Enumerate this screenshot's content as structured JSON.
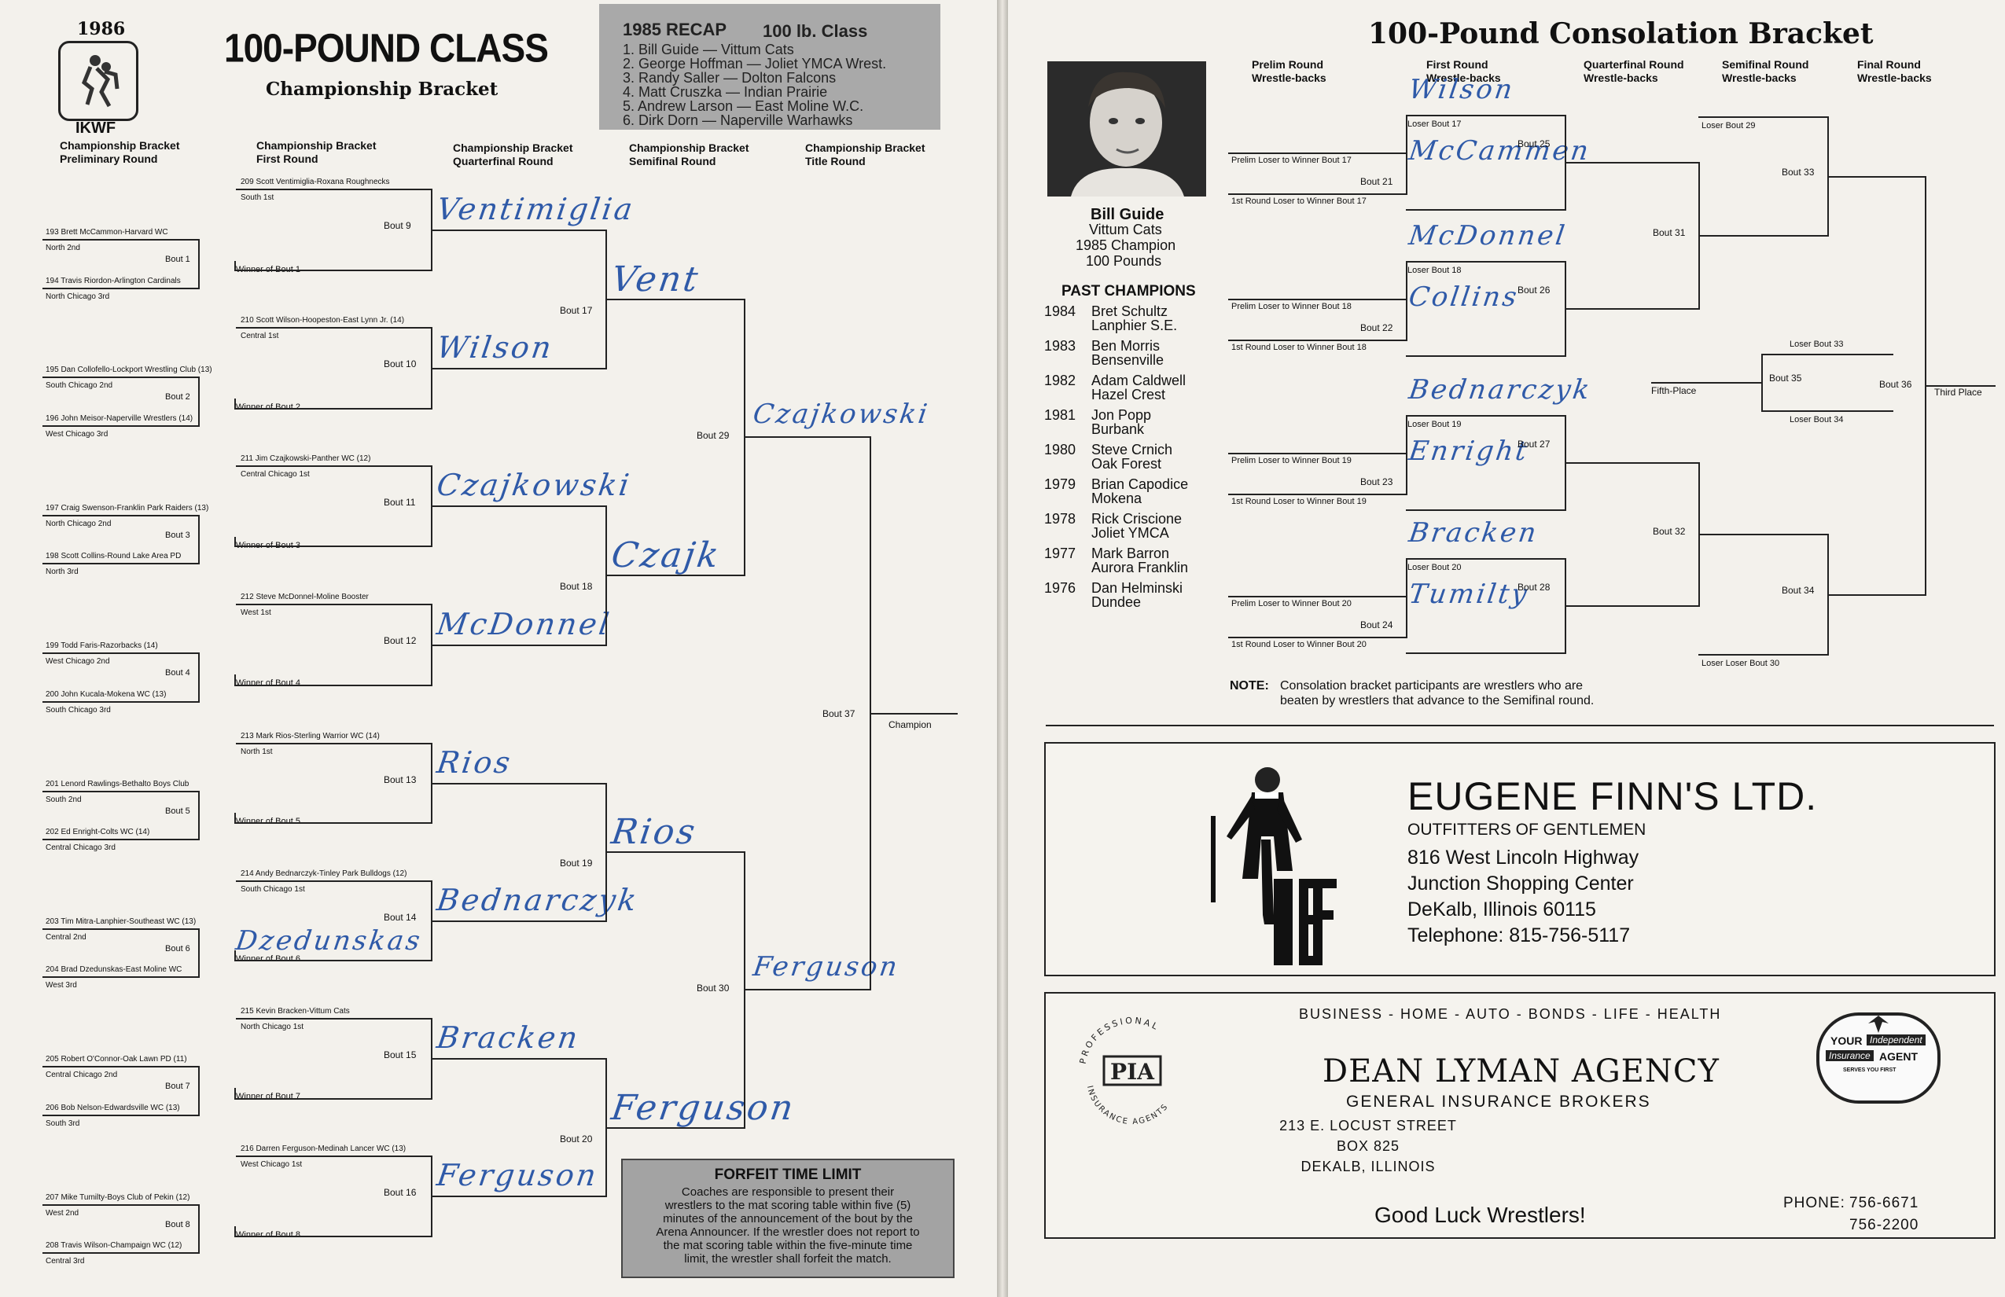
{
  "left_page": {
    "year": "1986",
    "org": "IKWF",
    "title": "100-POUND CLASS",
    "subtitle": "Championship Bracket",
    "column_headers": {
      "prelim": [
        "Championship Bracket",
        "Preliminary Round"
      ],
      "first": [
        "Championship Bracket",
        "First Round"
      ],
      "quarter": [
        "Championship Bracket",
        "Quarterfinal Round"
      ],
      "semi": [
        "Championship Bracket",
        "Semifinal Round"
      ],
      "title": [
        "Championship Bracket",
        "Title Round"
      ]
    },
    "recap": {
      "title": "1985 RECAP",
      "weight": "100 lb. Class",
      "entries": [
        "1. Bill Guide — Vittum Cats",
        "2. George Hoffman — Joliet YMCA Wrest.",
        "3. Randy Saller — Dolton Falcons",
        "4. Matt Cruszka — Indian Prairie",
        "5. Andrew Larson — East Moline W.C.",
        "6. Dirk Dorn — Naperville Warhawks"
      ]
    },
    "first_round": [
      {
        "name": "209 Scott Ventimiglia-Roxana Roughnecks",
        "sub": "South 1st",
        "bout": "Bout  9",
        "winner_hw": "Ventimiglia"
      },
      {
        "name": "210 Scott Wilson-Hoopeston-East Lynn Jr. (14)",
        "sub": "Central 1st",
        "bout": "Bout 10",
        "winner_hw": "Wilson"
      },
      {
        "name": "211 Jim Czajkowski-Panther WC (12)",
        "sub": "Central Chicago 1st",
        "bout": "Bout 11",
        "winner_hw": "Czajkowski"
      },
      {
        "name": "212 Steve McDonnel-Moline Booster",
        "sub": "West 1st",
        "bout": "Bout 12",
        "winner_hw": "McDonnel"
      },
      {
        "name": "213 Mark Rios-Sterling Warrior WC (14)",
        "sub": "North 1st",
        "bout": "Bout 13",
        "winner_hw": "Rios"
      },
      {
        "name": "214 Andy Bednarczyk-Tinley Park Bulldogs (12)",
        "sub": "South Chicago 1st",
        "bout": "Bout 14",
        "winner_hw": "Bednarczyk"
      },
      {
        "name": "215 Kevin Bracken-Vittum Cats",
        "sub": "North Chicago 1st",
        "bout": "Bout 15",
        "winner_hw": "Bracken"
      },
      {
        "name": "216 Darren Ferguson-Medinah Lancer WC (13)",
        "sub": "West Chicago 1st",
        "bout": "Bout 16",
        "winner_hw": "Ferguson"
      }
    ],
    "prelims": [
      {
        "top": "193 Brett McCammon-Harvard WC",
        "top_sub": "North 2nd",
        "bottom": "194 Travis Riordon-Arlington Cardinals",
        "bottom_sub": "North Chicago 3rd",
        "bout": "Bout 1",
        "winner": "Winner of Bout 1",
        "hw": ""
      },
      {
        "top": "195 Dan Collofello-Lockport Wrestling Club (13)",
        "top_sub": "South Chicago 2nd",
        "bottom": "196 John Meisor-Naperville Wrestlers (14)",
        "bottom_sub": "West Chicago 3rd",
        "bout": "Bout 2",
        "winner": "Winner of Bout 2",
        "hw": ""
      },
      {
        "top": "197 Craig Swenson-Franklin Park Raiders (13)",
        "top_sub": "North Chicago 2nd",
        "bottom": "198 Scott Collins-Round Lake Area PD",
        "bottom_sub": "North 3rd",
        "bout": "Bout 3",
        "winner": "Winner of Bout 3",
        "hw": ""
      },
      {
        "top": "199 Todd Faris-Razorbacks (14)",
        "top_sub": "West Chicago 2nd",
        "bottom": "200 John Kucala-Mokena WC (13)",
        "bottom_sub": "South Chicago 3rd",
        "bout": "Bout 4",
        "winner": "Winner of Bout 4",
        "hw": ""
      },
      {
        "top": "201 Lenord Rawlings-Bethalto Boys Club",
        "top_sub": "South 2nd",
        "bottom": "202 Ed Enright-Colts WC (14)",
        "bottom_sub": "Central Chicago 3rd",
        "bout": "Bout 5",
        "winner": "Winner of Bout 5",
        "hw": ""
      },
      {
        "top": "203 Tim Mitra-Lanphier-Southeast WC (13)",
        "top_sub": "Central 2nd",
        "bottom": "204 Brad Dzedunskas-East Moline WC",
        "bottom_sub": "West 3rd",
        "bout": "Bout 6",
        "winner": "Winner of Bout 6",
        "hw": "Dzedunskas"
      },
      {
        "top": "205 Robert O'Connor-Oak Lawn PD (11)",
        "top_sub": "Central Chicago 2nd",
        "bottom": "206 Bob Nelson-Edwardsville WC (13)",
        "bottom_sub": "South 3rd",
        "bout": "Bout 7",
        "winner": "Winner of Bout 7",
        "hw": ""
      },
      {
        "top": "207 Mike Tumilty-Boys Club of Pekin (12)",
        "top_sub": "West 2nd",
        "bottom": "208 Travis Wilson-Champaign WC (12)",
        "bottom_sub": "Central 3rd",
        "bout": "Bout 8",
        "winner": "Winner of Bout 8",
        "hw": ""
      }
    ],
    "quarter": [
      {
        "bout": "Bout 17",
        "hw": "Vent"
      },
      {
        "bout": "Bout 18",
        "hw": "Czajk"
      },
      {
        "bout": "Bout 19",
        "hw": "Rios"
      },
      {
        "bout": "Bout 20",
        "hw": "Ferguson"
      }
    ],
    "semi": [
      {
        "bout": "Bout 29",
        "hw": "Czajkowski"
      },
      {
        "bout": "Bout 30",
        "hw": "Ferguson"
      }
    ],
    "final": {
      "bout": "Bout 37",
      "label": "Champion"
    },
    "forfeit": {
      "title": "FORFEIT TIME LIMIT",
      "lines": [
        "Coaches are responsible to present their",
        "wrestlers to the mat scoring table within five (5)",
        "minutes of the announcement of the bout by the",
        "Arena Announcer. If the wrestler does not report to",
        "the mat scoring table within the five-minute time",
        "limit, the wrestler shall forfeit the match."
      ]
    }
  },
  "right_page": {
    "title": "100-Pound Consolation Bracket",
    "headers": {
      "prelim": [
        "Prelim Round",
        "Wrestle-backs"
      ],
      "first": [
        "First Round",
        "Wrestle-backs"
      ],
      "quarter": [
        "Quarterfinal Round",
        "Wrestle-backs"
      ],
      "semi": [
        "Semifinal Round",
        "Wrestle-backs"
      ],
      "final": [
        "Final Round",
        "Wrestle-backs"
      ]
    },
    "champion": {
      "name": "Bill Guide",
      "club": "Vittum Cats",
      "line1": "1985 Champion",
      "line2": "100 Pounds"
    },
    "past_title": "PAST CHAMPIONS",
    "past": [
      {
        "year": "1984",
        "name": "Bret Schultz",
        "club": "Lanphier S.E."
      },
      {
        "year": "1983",
        "name": "Ben Morris",
        "club": "Bensenville"
      },
      {
        "year": "1982",
        "name": "Adam Caldwell",
        "club": "Hazel Crest"
      },
      {
        "year": "1981",
        "name": "Jon Popp",
        "club": "Burbank"
      },
      {
        "year": "1980",
        "name": "Steve Crnich",
        "club": "Oak Forest"
      },
      {
        "year": "1979",
        "name": "Brian Capodice",
        "club": "Mokena"
      },
      {
        "year": "1978",
        "name": "Rick Criscione",
        "club": "Joliet YMCA"
      },
      {
        "year": "1977",
        "name": "Mark Barron",
        "club": "Aurora Franklin"
      },
      {
        "year": "1976",
        "name": "Dan Helminski",
        "club": "Dundee"
      }
    ],
    "cons_groups": [
      {
        "loser_top": "Loser Bout 17",
        "hw_top": "Wilson",
        "prelim": "Prelim Loser to Winner Bout 17",
        "prelim_bout": "Bout 21",
        "prelim_hw": "McCammen",
        "first": "1st Round Loser to Winner Bout 17",
        "bout": "Bout 25"
      },
      {
        "loser_top": "Loser Bout 18",
        "hw_top": "McDonnel",
        "prelim": "Prelim Loser to Winner Bout 18",
        "prelim_bout": "Bout 22",
        "prelim_hw": "Collins",
        "first": "1st Round Loser to Winner Bout 18",
        "bout": "Bout 26"
      },
      {
        "loser_top": "Loser Bout 19",
        "hw_top": "Bednarczyk",
        "prelim": "Prelim Loser to Winner Bout 19",
        "prelim_bout": "Bout 23",
        "prelim_hw": "Enright",
        "first": "1st Round Loser to Winner Bout 19",
        "bout": "Bout 27"
      },
      {
        "loser_top": "Loser Bout 20",
        "hw_top": "Bracken",
        "prelim": "Prelim Loser to Winner Bout 20",
        "prelim_bout": "Bout 24",
        "prelim_hw": "Tumilty",
        "first": "1st Round Loser to Winner Bout 20",
        "bout": "Bout 28"
      }
    ],
    "quarter_cons": [
      "Bout 31",
      "Bout 32"
    ],
    "semi_cons": [
      "Bout 33",
      "Bout 34"
    ],
    "semi_losers": [
      "Loser Bout 29",
      "Loser Loser Bout 30"
    ],
    "fifth": {
      "label": "Fifth-Place",
      "bout": "Bout 35",
      "top": "Loser Bout 33",
      "bottom": "Loser Bout 34"
    },
    "third": {
      "bout": "Bout 36",
      "label": "Third Place"
    },
    "note_label": "NOTE:",
    "note_lines": [
      "Consolation bracket participants are wrestlers who are",
      "beaten by wrestlers that advance to the Semifinal round."
    ],
    "ad1": {
      "name": "EUGENE FINN'S LTD.",
      "lines": [
        "OUTFITTERS OF GENTLEMEN",
        "816 West Lincoln Highway",
        "Junction Shopping Center",
        "DeKalb, Illinois 60115",
        "Telephone: 815-756-5117"
      ]
    },
    "ad2": {
      "top": "BUSINESS - HOME - AUTO - BONDS - LIFE - HEALTH",
      "name": "DEAN LYMAN AGENCY",
      "sub": "GENERAL INSURANCE BROKERS",
      "addr1": "213 E. LOCUST STREET",
      "addr2": "BOX 825",
      "addr3": "DEKALB, ILLINOIS",
      "slogan": "Good Luck Wrestlers!",
      "phone_label": "PHONE:",
      "phone1": "756-6671",
      "phone2": "756-2200",
      "pia_logo": "PIA",
      "pia_ring_top": "PROFESSIONAL",
      "pia_ring_bottom": "INSURANCE AGENTS",
      "badge_lines": [
        "YOUR",
        "Independent",
        "Insurance",
        "AGENT",
        "SERVES YOU FIRST"
      ]
    }
  }
}
